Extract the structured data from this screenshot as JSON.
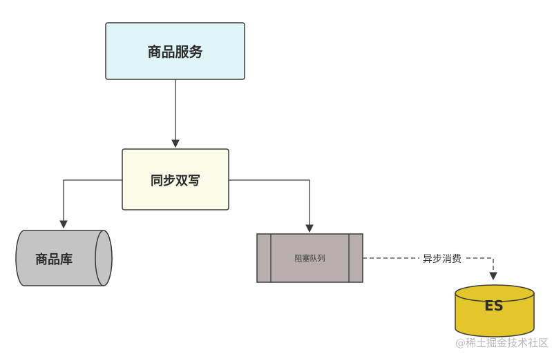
{
  "nodes": {
    "product_service": {
      "label": "商品服务",
      "fill": "#dff5f8",
      "stroke": "#3a3a3a"
    },
    "sync_double_write": {
      "label": "同步双写",
      "fill": "#fafbe8",
      "stroke": "#3a3a3a"
    },
    "product_db": {
      "label": "商品库",
      "fill": "#c4c4c4",
      "stroke": "#3a3a3a"
    },
    "blocking_queue": {
      "label": "阻塞队列",
      "fill": "#b8aeae",
      "stroke": "#3a3a3a"
    },
    "es": {
      "label": "ES",
      "fill": "#e2c62a",
      "stroke": "#3a3a3a"
    }
  },
  "edges": {
    "async_consume_label": "异步消费"
  },
  "watermark": "@稀土掘金技术社区"
}
